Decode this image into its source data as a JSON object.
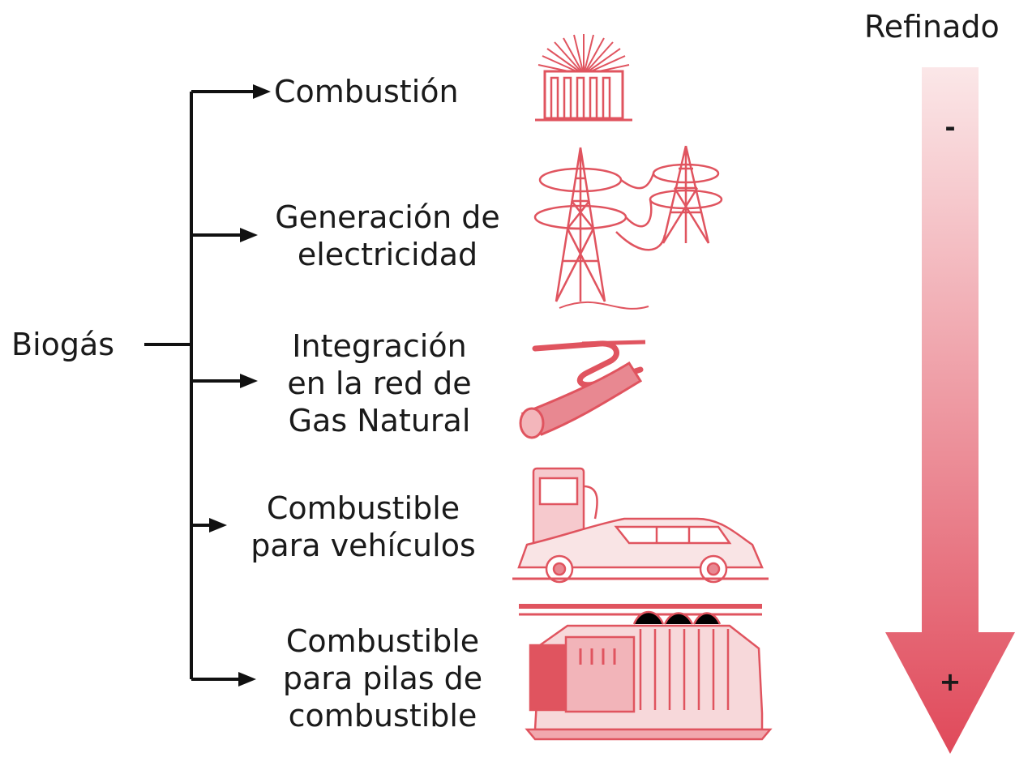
{
  "colors": {
    "accent": "#e0545f",
    "accent_light": "#f6cfd1",
    "line": "#111111"
  },
  "source": {
    "label": "Biogás"
  },
  "scale": {
    "title": "Refinado",
    "top_sign": "-",
    "bottom_sign": "+"
  },
  "uses": [
    {
      "label": "Combustión",
      "icon": "heater-icon"
    },
    {
      "label": "Generación de\nelectricidad",
      "icon": "power-tower-icon"
    },
    {
      "label": "Integración\nen la red de\nGas Natural",
      "icon": "pipeline-icon"
    },
    {
      "label": "Combustible\npara vehículos",
      "icon": "car-fuel-icon"
    },
    {
      "label": "Combustible\npara pilas de\ncombustible",
      "icon": "fuel-cell-icon"
    }
  ]
}
